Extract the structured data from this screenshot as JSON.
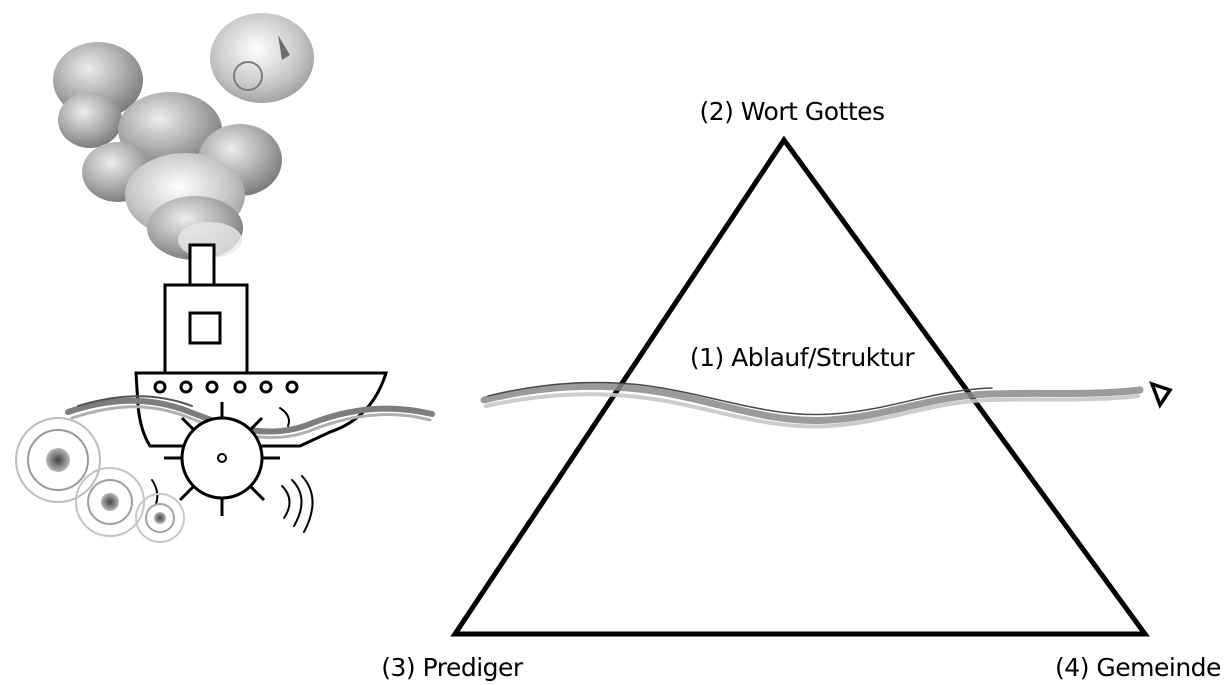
{
  "diagram": {
    "labels": {
      "top": "(2) Wort Gottes",
      "middle": "(1) Ablauf/Struktur",
      "bottom_left": "(3) Prediger",
      "bottom_right": "(4) Gemeinde"
    }
  },
  "colors": {
    "line": "#000000",
    "smoke_dark": "#7a7a7a",
    "smoke_mid": "#a8a8a8",
    "smoke_light": "#dcdcdc",
    "wave": "#8a8a8a"
  }
}
